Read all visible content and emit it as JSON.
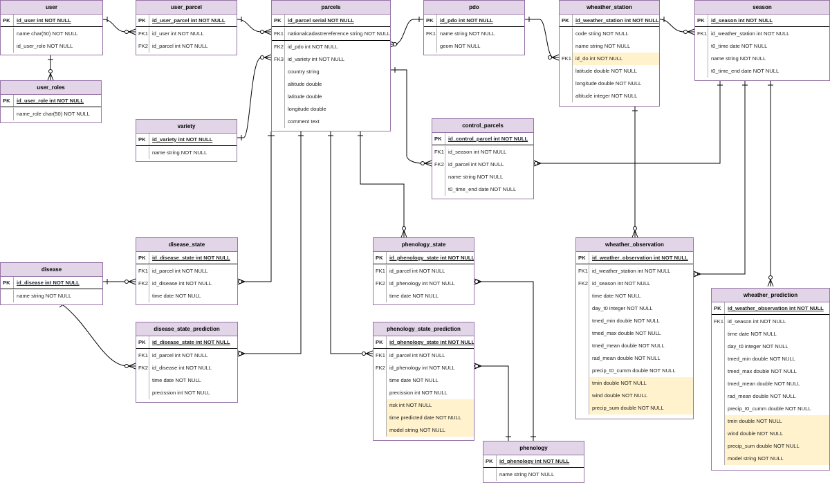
{
  "tables": [
    {
      "id": "user",
      "name": "user",
      "fields": [
        {
          "key": "PK",
          "name": "id_user int NOT NULL",
          "pk": true
        },
        {
          "key": "",
          "name": "name char(50) NOT NULL"
        },
        {
          "key": "",
          "name": "id_user_role NOT NULL"
        }
      ]
    },
    {
      "id": "user_roles",
      "name": "user_roles",
      "fields": [
        {
          "key": "PK",
          "name": "id_user_role int NOT NULL",
          "pk": true
        },
        {
          "key": "",
          "name": "name_role  char(50) NOT NULL"
        }
      ]
    },
    {
      "id": "user_parcel",
      "name": "user_parcel",
      "fields": [
        {
          "key": "PK",
          "name": "id_user_parcel int NOT NULL",
          "pk": true
        },
        {
          "key": "FK1",
          "name": "id_user int NOT NULL"
        },
        {
          "key": "FK2",
          "name": "id_parcel int NOT NULL"
        }
      ]
    },
    {
      "id": "parcels",
      "name": "parcels",
      "fields": [
        {
          "key": "PK",
          "name": "id_parcel serial NOT NULL",
          "pk": true
        },
        {
          "key": "FK1",
          "name": "nationalcadastrereference string NOT NULL",
          "pk": true,
          "plain": true
        },
        {
          "key": "FK2",
          "name": "id_pdo int NOT NULL"
        },
        {
          "key": "FK3",
          "name": "id_variety int NOT NULL"
        },
        {
          "key": "",
          "name": "country string"
        },
        {
          "key": "",
          "name": "altitude double"
        },
        {
          "key": "",
          "name": "latitude double"
        },
        {
          "key": "",
          "name": "longitude double"
        },
        {
          "key": "",
          "name": "comment text"
        }
      ]
    },
    {
      "id": "pdo",
      "name": "pdo",
      "fields": [
        {
          "key": "PK",
          "name": "id_pdo int NOT NULL",
          "pk": true
        },
        {
          "key": "FK1",
          "name": "name string NOT NULL"
        },
        {
          "key": "",
          "name": "geom NOT NULL"
        }
      ]
    },
    {
      "id": "wheather_station",
      "name": "wheather_station",
      "fields": [
        {
          "key": "PK",
          "name": "id_weather_station int NOT NULL",
          "pk": true
        },
        {
          "key": "",
          "name": "code string NOT NULL"
        },
        {
          "key": "",
          "name": "name string NOT NULL"
        },
        {
          "key": "FK1",
          "name": "id_do int NOT NULL",
          "hl": true
        },
        {
          "key": "",
          "name": "latitude double NOT NULL"
        },
        {
          "key": "",
          "name": "longitude double NOT NULL"
        },
        {
          "key": "",
          "name": "altitude integer NOT NULL"
        }
      ]
    },
    {
      "id": "season",
      "name": "season",
      "fields": [
        {
          "key": "PK",
          "name": "id_season int NOT NULL",
          "pk": true
        },
        {
          "key": "FK1",
          "name": "id_weather_station int NOT NULL"
        },
        {
          "key": "",
          "name": "t0_time date NOT NULL"
        },
        {
          "key": "",
          "name": "name string NOT NULL"
        },
        {
          "key": "",
          "name": "t0_time_end date NOT NULL"
        }
      ]
    },
    {
      "id": "variety",
      "name": "variety",
      "fields": [
        {
          "key": "PK",
          "name": "id_variety int NOT NULL",
          "pk": true
        },
        {
          "key": "",
          "name": "name string NOT NULL"
        }
      ]
    },
    {
      "id": "control_parcels",
      "name": "control_parcels",
      "fields": [
        {
          "key": "PK",
          "name": "id_control_parcel int NOT NULL",
          "pk": true
        },
        {
          "key": "FK1",
          "name": "id_season int NOT NULL"
        },
        {
          "key": "FK2",
          "name": "id_parcel int NOT NULL"
        },
        {
          "key": "",
          "name": "name string NOT NULL"
        },
        {
          "key": "",
          "name": "t0_time_end date NOT NULL"
        }
      ]
    },
    {
      "id": "disease",
      "name": "disease",
      "fields": [
        {
          "key": "PK",
          "name": "id_disease int NOT NULL",
          "pk": true
        },
        {
          "key": "",
          "name": "name string NOT NULL"
        }
      ]
    },
    {
      "id": "disease_state",
      "name": "disease_state",
      "fields": [
        {
          "key": "PK",
          "name": "id_disease_state int NOT NULL",
          "pk": true
        },
        {
          "key": "FK1",
          "name": "id_parcel int NOT NULL"
        },
        {
          "key": "FK2",
          "name": "id_disease int NOT NULL"
        },
        {
          "key": "",
          "name": "time date NOT NULL"
        }
      ]
    },
    {
      "id": "disease_state_prediction",
      "name": "disease_state_prediction",
      "fields": [
        {
          "key": "PK",
          "name": "id_disease_state int NOT NULL",
          "pk": true
        },
        {
          "key": "FK1",
          "name": "id_parcel int NOT NULL"
        },
        {
          "key": "FK2",
          "name": "id_disease int NOT NULL"
        },
        {
          "key": "",
          "name": "time date NOT NULL"
        },
        {
          "key": "",
          "name": "precission int NOT NULL"
        }
      ]
    },
    {
      "id": "phenology_state",
      "name": "phenology_state",
      "fields": [
        {
          "key": "PK",
          "name": "id_phenology_state int NOT NULL",
          "pk": true
        },
        {
          "key": "FK1",
          "name": "id_parcel int NOT NULL"
        },
        {
          "key": "FK2",
          "name": "id_phenology int NOT NULL"
        },
        {
          "key": "",
          "name": "time date NOT NULL"
        }
      ]
    },
    {
      "id": "phenology_state_prediction",
      "name": "phenology_state_prediction",
      "fields": [
        {
          "key": "PK",
          "name": "id_phenology_state int NOT NULL",
          "pk": true
        },
        {
          "key": "FK1",
          "name": "id_parcel int NOT NULL"
        },
        {
          "key": "FK2",
          "name": "id_phenology int NOT NULL"
        },
        {
          "key": "",
          "name": "time date NOT NULL"
        },
        {
          "key": "",
          "name": "precission int NOT NULL"
        },
        {
          "key": "",
          "name": "risk int NOT NULL",
          "hl": true
        },
        {
          "key": "",
          "name": "time predicted date NOT NULL",
          "hl": true
        },
        {
          "key": "",
          "name": "model string NOT NULL",
          "hl": true
        }
      ]
    },
    {
      "id": "phenology",
      "name": "phenology",
      "fields": [
        {
          "key": "PK",
          "name": "id_phenology int NOT NULL",
          "pk": true
        },
        {
          "key": "",
          "name": "name string NOT NULL"
        }
      ]
    },
    {
      "id": "wheather_observation",
      "name": "wheather_observation",
      "fields": [
        {
          "key": "PK",
          "name": "id_weather_observation int NOT NULL",
          "pk": true
        },
        {
          "key": "FK1",
          "name": "id_weather_station int NOT NULL"
        },
        {
          "key": "FK2",
          "name": "id_season int NOT NULL"
        },
        {
          "key": "",
          "name": "time date NOT NULL"
        },
        {
          "key": "",
          "name": "day_t0 integer NOT NULL"
        },
        {
          "key": "",
          "name": "tmed_min double NOT NULL"
        },
        {
          "key": "",
          "name": "tmed_max double NOT NULL"
        },
        {
          "key": "",
          "name": "tmed_mean double NOT NULL"
        },
        {
          "key": "",
          "name": "rad_mean double NOT NULL"
        },
        {
          "key": "",
          "name": "precip_t0_cumm double NOT NULL"
        },
        {
          "key": "",
          "name": "tmin double NOT NULL",
          "hl": true
        },
        {
          "key": "",
          "name": "wind double NOT NULL",
          "hl": true
        },
        {
          "key": "",
          "name": "precip_sum double NOT NULL",
          "hl": true
        }
      ]
    },
    {
      "id": "wheather_prediction",
      "name": "wheather_prediction",
      "fields": [
        {
          "key": "PK",
          "name": "id_weather_observation int NOT NULL",
          "pk": true
        },
        {
          "key": "FK1",
          "name": "id_season int NOT NULL"
        },
        {
          "key": "",
          "name": "time date NOT NULL"
        },
        {
          "key": "",
          "name": "day_t0 integer NOT NULL"
        },
        {
          "key": "",
          "name": "tmed_min double NOT NULL"
        },
        {
          "key": "",
          "name": "tmed_max double NOT NULL"
        },
        {
          "key": "",
          "name": "tmed_mean double NOT NULL"
        },
        {
          "key": "",
          "name": "rad_mean double NOT NULL"
        },
        {
          "key": "",
          "name": "precip_t0_cumm double NOT NULL"
        },
        {
          "key": "",
          "name": "tmin double NOT NULL",
          "hl": true
        },
        {
          "key": "",
          "name": "wind double NOT NULL",
          "hl": true
        },
        {
          "key": "",
          "name": "precip_sum double NOT NULL",
          "hl": true
        },
        {
          "key": "",
          "name": "model string NOT NULL",
          "hl": true
        }
      ]
    }
  ],
  "relationships": [
    {
      "from": "user",
      "to": "user_parcel"
    },
    {
      "from": "user",
      "to": "user_roles"
    },
    {
      "from": "user_parcel",
      "to": "parcels"
    },
    {
      "from": "pdo",
      "to": "parcels"
    },
    {
      "from": "pdo",
      "to": "wheather_station"
    },
    {
      "from": "wheather_station",
      "to": "season"
    },
    {
      "from": "variety",
      "to": "parcels"
    },
    {
      "from": "parcels",
      "to": "control_parcels"
    },
    {
      "from": "season",
      "to": "control_parcels"
    },
    {
      "from": "parcels",
      "to": "disease_state"
    },
    {
      "from": "parcels",
      "to": "disease_state_prediction"
    },
    {
      "from": "parcels",
      "to": "phenology_state"
    },
    {
      "from": "parcels",
      "to": "phenology_state_prediction"
    },
    {
      "from": "disease",
      "to": "disease_state"
    },
    {
      "from": "disease",
      "to": "disease_state_prediction"
    },
    {
      "from": "phenology",
      "to": "phenology_state"
    },
    {
      "from": "phenology",
      "to": "phenology_state_prediction"
    },
    {
      "from": "wheather_station",
      "to": "wheather_observation"
    },
    {
      "from": "season",
      "to": "wheather_observation"
    },
    {
      "from": "season",
      "to": "wheather_prediction"
    }
  ],
  "colors": {
    "header_fill": "#e1d5e7",
    "border": "#9673a6",
    "highlight": "#fff2cc",
    "line": "#000000"
  }
}
